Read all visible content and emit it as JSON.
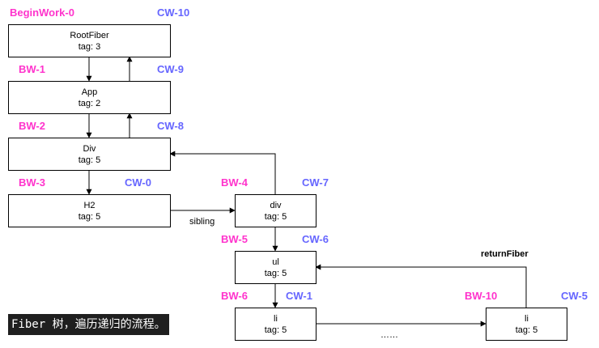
{
  "colors": {
    "begin_work": "#ff33cc",
    "complete_work": "#6666ff",
    "node_border": "#000000",
    "arrow": "#000000",
    "caption_background": "#1f1f1f",
    "caption_text": "#ffffff"
  },
  "nodes": {
    "root_fiber": {
      "name": "RootFiber",
      "tag": "tag: 3"
    },
    "app": {
      "name": "App",
      "tag": "tag: 2"
    },
    "div_upper": {
      "name": "Div",
      "tag": "tag: 5"
    },
    "h2": {
      "name": "H2",
      "tag": "tag: 5"
    },
    "div_lower": {
      "name": "div",
      "tag": "tag: 5"
    },
    "ul": {
      "name": "ul",
      "tag": "tag: 5"
    },
    "li_first": {
      "name": "li",
      "tag": "tag: 5"
    },
    "li_last": {
      "name": "li",
      "tag": "tag: 5"
    }
  },
  "begin_work_labels": {
    "root_fiber": "BeginWork-0",
    "app": "BW-1",
    "div_upper": "BW-2",
    "h2": "BW-3",
    "div_lower": "BW-4",
    "ul": "BW-5",
    "li_first": "BW-6",
    "li_last": "BW-10"
  },
  "complete_work_labels": {
    "root_fiber": "CW-10",
    "app": "CW-9",
    "div_upper": "CW-8",
    "h2": "CW-0",
    "div_lower": "CW-7",
    "ul": "CW-6",
    "li_first": "CW-1",
    "li_last": "CW-5"
  },
  "edge_labels": {
    "sibling": "sibling",
    "return_fiber": "returnFiber",
    "ellipsis": "……"
  },
  "caption": "Fiber 树，遍历递归的流程。"
}
